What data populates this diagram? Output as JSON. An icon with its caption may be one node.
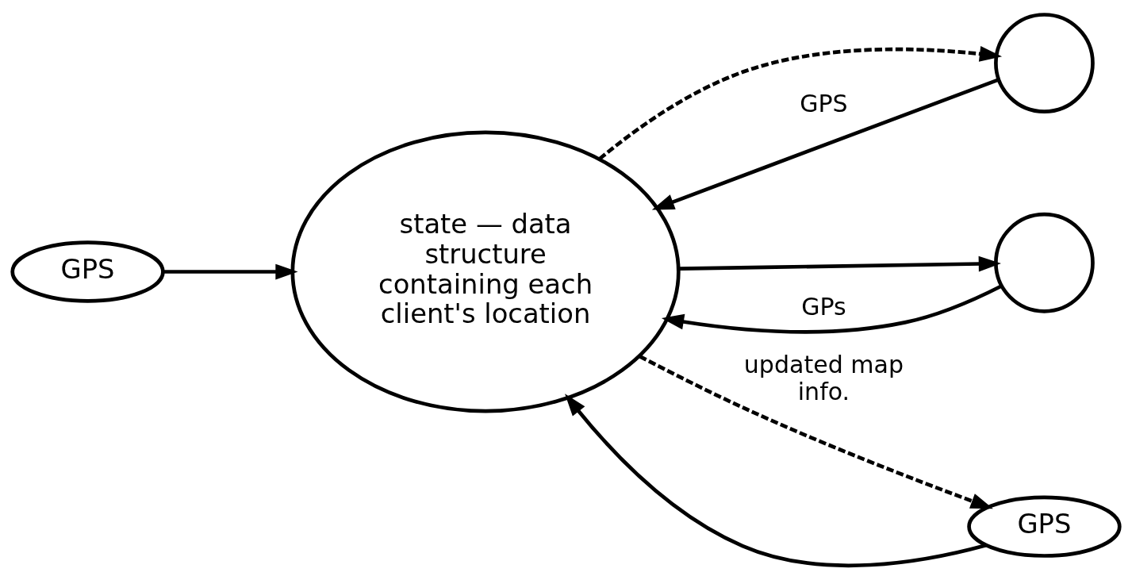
{
  "diagram": {
    "nodes": [
      {
        "text": [
          "GPS"
        ]
      },
      {
        "text": [
          "state — data structure containing each client's location"
        ]
      },
      {
        "text": [],
        "shape": "circle"
      },
      {
        "text": [],
        "shape": "circle"
      },
      {
        "text": [
          "GPS"
        ]
      }
    ],
    "edges": [
      {
        "from": 0,
        "to": 1,
        "arrow": "to"
      },
      {
        "from": 2,
        "to": 1,
        "arrow": "to",
        "label": "GPS"
      },
      {
        "from": 1,
        "to": 2,
        "arrow": "to",
        "style": "dashed"
      },
      {
        "from": 3,
        "to": 1,
        "arrow": "to",
        "label": "GPs"
      },
      {
        "from": 1,
        "to": 3,
        "arrow": "to"
      },
      {
        "from": 4,
        "to": 1,
        "arrow": "to"
      },
      {
        "from": 1,
        "to": 4,
        "arrow": "to",
        "style": "dashed",
        "label": "updated map info."
      }
    ]
  }
}
